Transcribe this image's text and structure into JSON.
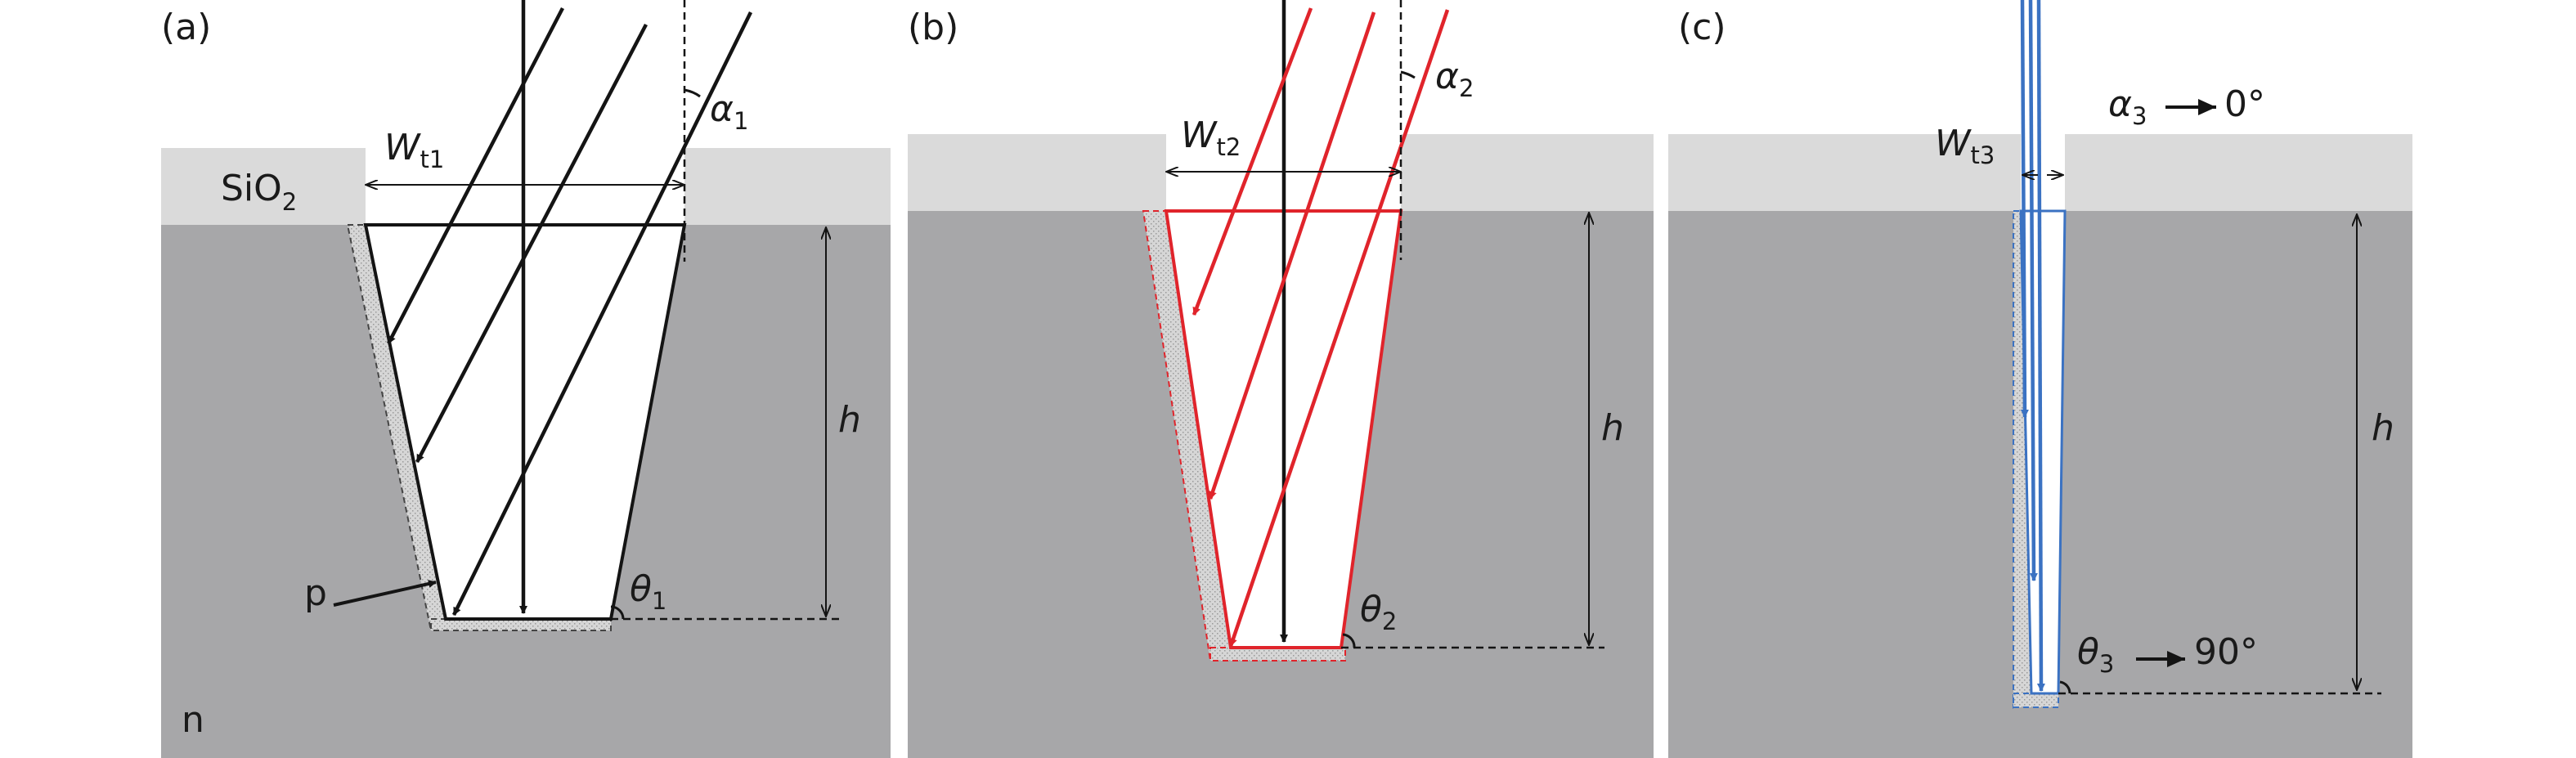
{
  "colors": {
    "substrate": "#a7a7a9",
    "oxide": "#dadada",
    "trench_fill": "#ffffff",
    "black": "#141414",
    "red": "#e0242b",
    "blue": "#3b72c2",
    "p_layer": "#cfcfcf"
  },
  "panels": [
    {
      "id": "a",
      "tag": "(a)",
      "w_base": "W",
      "w_sub": "t1",
      "alpha_base": "α",
      "alpha_sub": "1",
      "theta_base": "θ",
      "theta_sub": "1",
      "h_label": "h",
      "ray_color": "black"
    },
    {
      "id": "b",
      "tag": "(b)",
      "w_base": "W",
      "w_sub": "t2",
      "alpha_base": "α",
      "alpha_sub": "2",
      "theta_base": "θ",
      "theta_sub": "2",
      "h_label": "h",
      "ray_color": "red"
    },
    {
      "id": "c",
      "tag": "(c)",
      "w_base": "W",
      "w_sub": "t3",
      "alpha_base": "α",
      "alpha_sub": "3",
      "alpha_limit": "0°",
      "theta_base": "θ",
      "theta_sub": "3",
      "theta_limit": "90°",
      "h_label": "h",
      "ray_color": "blue"
    }
  ],
  "materials": {
    "oxide": "SiO",
    "oxide_sub": "2",
    "p_layer": "p",
    "substrate": "n"
  }
}
